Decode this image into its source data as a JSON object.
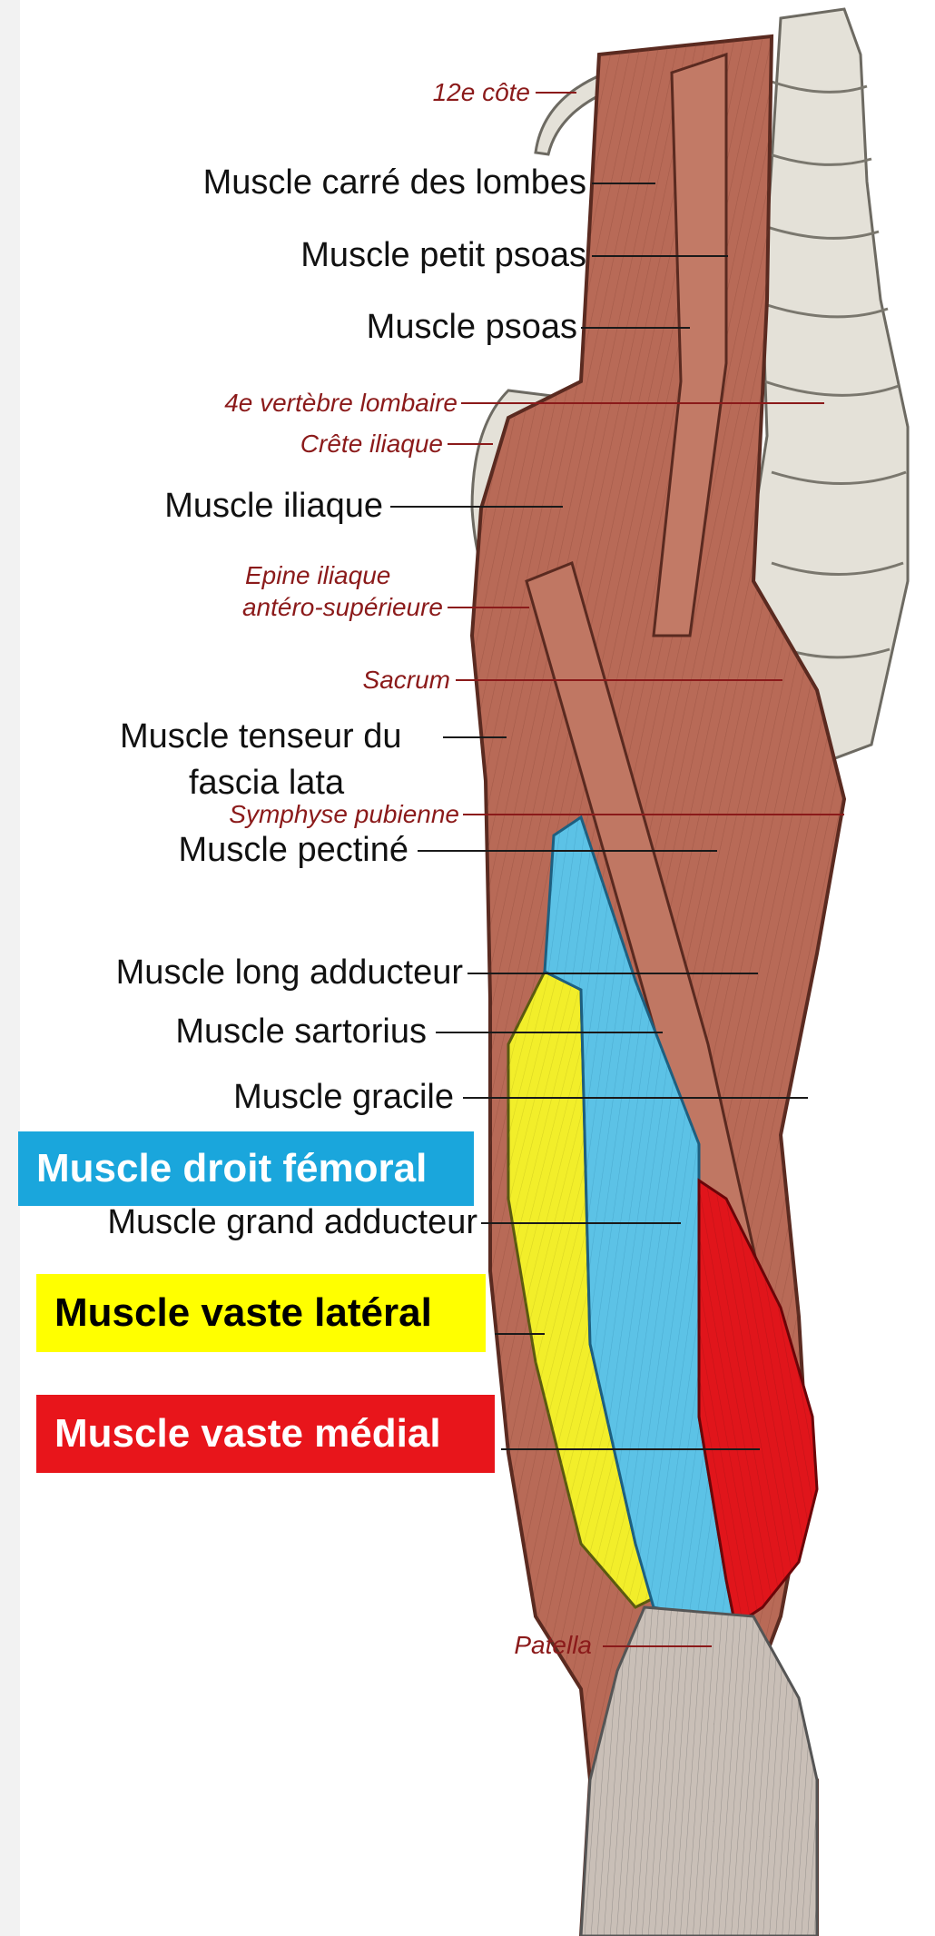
{
  "labels": {
    "rib12": "12e côte",
    "quadratus": "Muscle carré des lombes",
    "psoas_minor": "Muscle petit psoas",
    "psoas": "Muscle psoas",
    "lumbar4": "4e vertèbre lombaire",
    "iliac_crest": "Crête iliaque",
    "iliacus": "Muscle iliaque",
    "asis_line1": "Epine iliaque",
    "asis_line2": "antéro-supérieure",
    "sacrum": "Sacrum",
    "tfl_line1": "Muscle tenseur du",
    "tfl_line2": "fascia lata",
    "pubic_symphysis": "Symphyse pubienne",
    "pectineus": "Muscle pectiné",
    "adductor_longus": "Muscle long adducteur",
    "sartorius": "Muscle sartorius",
    "gracilis": "Muscle gracile",
    "adductor_magnus": "Muscle grand adducteur",
    "patella": "Patella"
  },
  "highlights": {
    "rectus_femoris": {
      "text": "Muscle droit fémoral",
      "bg": "#1aa6dc",
      "fg": "#ffffff"
    },
    "vastus_lateralis": {
      "text": "Muscle vaste latéral",
      "bg": "#ffff00",
      "fg": "#000000"
    },
    "vastus_medialis": {
      "text": "Muscle vaste médial",
      "bg": "#e8151b",
      "fg": "#ffffff"
    }
  },
  "colors": {
    "muscle": "#b86a57",
    "muscle_dark": "#8e4536",
    "bone": "#e6e3da",
    "rectus_femoris": "#5cc2e6",
    "vastus_lateralis": "#f2ee2a",
    "vastus_medialis": "#e0151b",
    "bone_label": "#8b1a1a"
  }
}
